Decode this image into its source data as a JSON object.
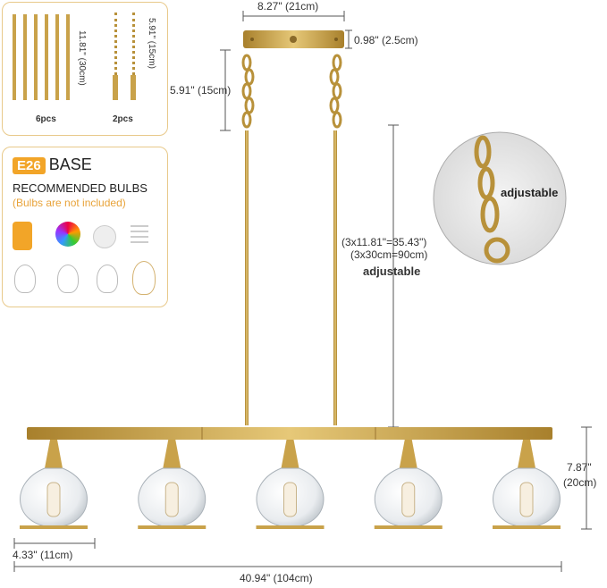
{
  "top_dimension": {
    "width_label": "8.27\" (21cm)",
    "canopy_height_label": "0.98\" (2.5cm)",
    "chain_label": "5.91\" (15cm)"
  },
  "accessories": {
    "rods": {
      "length_label": "11.81\" (30cm)",
      "count_label": "6pcs"
    },
    "chains": {
      "length_label": "5.91\" (15cm)",
      "count_label": "2pcs"
    }
  },
  "bulbs_panel": {
    "badge": "E26",
    "base_label": "BASE",
    "recommended": "RECOMMENDED BULBS",
    "note": "(Bulbs are not included)"
  },
  "rod_adjust": {
    "line1": "(3x11.81\"=35.43\")",
    "line2": "(3x30cm=90cm)",
    "label": "adjustable"
  },
  "zoom_detail": {
    "label": "adjustable"
  },
  "fixture": {
    "height_line1": "7.87\"",
    "height_line2": "(20cm)",
    "shade_width": "4.33\" (11cm)",
    "total_length": "40.94\" (104cm)",
    "shade_count": 5
  },
  "colors": {
    "gold": "#c9a24a",
    "gold_dark": "#a8802c",
    "accent": "#f2a528",
    "panel_border": "#e8c98a"
  }
}
